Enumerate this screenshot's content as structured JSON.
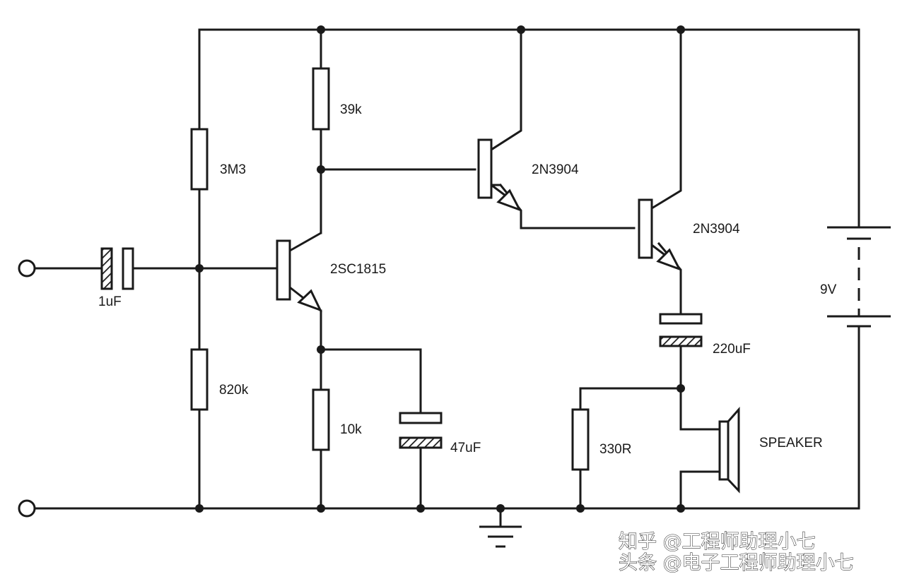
{
  "labels": {
    "r_3m3": "3M3",
    "r_39k": "39k",
    "r_820k": "820k",
    "r_10k": "10k",
    "r_330r": "330R",
    "c_1uf": "1uF",
    "c_47uf": "47uF",
    "c_220uf": "220uF",
    "q1": "2SC1815",
    "q2": "2N3904",
    "q3": "2N3904",
    "battery": "9V",
    "speaker": "SPEAKER"
  },
  "watermark": {
    "line1": "知乎 @工程师助理小七",
    "line2": "头条 @电子工程师助理小七"
  },
  "colors": {
    "ink": "#1a1a1a",
    "background": "#ffffff"
  }
}
